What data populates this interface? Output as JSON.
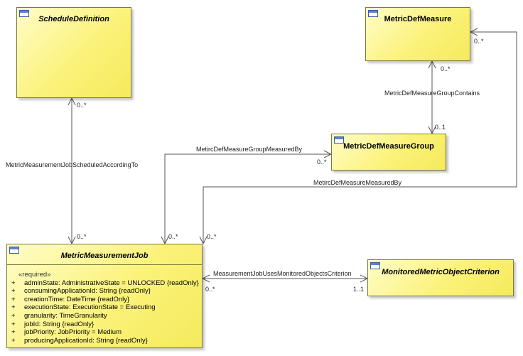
{
  "classes": {
    "schedule_definition": {
      "name": "ScheduleDefinition"
    },
    "metric_def_measure": {
      "name": "MetricDefMeasure"
    },
    "metric_def_measure_group": {
      "name": "MetricDefMeasureGroup"
    },
    "metric_measurement_job": {
      "name": "MetricMeasurementJob",
      "stereotype": "«required»",
      "attributes": [
        {
          "vis": "+",
          "text": "adminState: AdministrativeState = UNLOCKED {readOnly}"
        },
        {
          "vis": "+",
          "text": "consumingApplicationId: String {readOnly}"
        },
        {
          "vis": "+",
          "text": "creationTime: DateTime {readOnly}"
        },
        {
          "vis": "+",
          "text": "executionState: ExecutionState = Executing"
        },
        {
          "vis": "+",
          "text": "granularity: TimeGranularity"
        },
        {
          "vis": "+",
          "text": "jobId: String {readOnly}"
        },
        {
          "vis": "+",
          "text": "jobPriority: JobPriority = Medium"
        },
        {
          "vis": "+",
          "text": "producingApplicationId: String {readOnly}"
        }
      ]
    },
    "monitored_metric_object_criterion": {
      "name": "MonitoredMetricObjectCriterion"
    }
  },
  "associations": {
    "scheduled": {
      "name": "MetricMeasurementJobScheduledAccordingTo",
      "mult_top": "0..*",
      "mult_bottom": "0..*"
    },
    "group_contains": {
      "name": "MetricDefMeasureGroupContains",
      "mult_top": "0..*",
      "mult_bottom": "0..1"
    },
    "group_measured": {
      "name": "MetircDefMeasureGroupMeasuredBy",
      "mult_group": "0..*",
      "mult_job": "0..*"
    },
    "measure_measured": {
      "name": "MetircDefMeasureMeasuredBy",
      "mult_measure": "0..*",
      "mult_job": "0..*"
    },
    "uses_criterion": {
      "name": "MeasurementJobUsesMonitoredObjectsCriterion",
      "mult_job": "0..*",
      "mult_criterion": "1..1"
    }
  }
}
